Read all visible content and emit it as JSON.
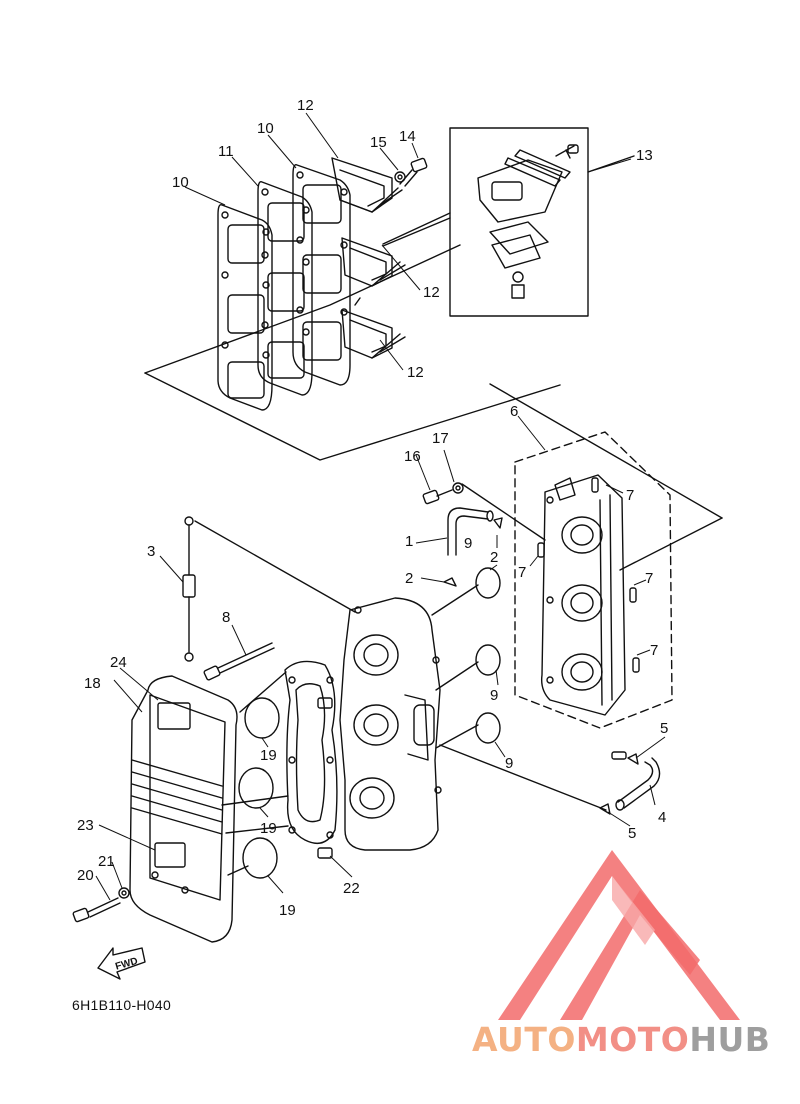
{
  "diagram": {
    "code": "6H1B110-H040",
    "fwd_label": "FWD",
    "part_numbers": [
      "1",
      "2",
      "3",
      "4",
      "5",
      "6",
      "7",
      "8",
      "9",
      "10",
      "11",
      "12",
      "13",
      "14",
      "15",
      "16",
      "17",
      "18",
      "19",
      "20",
      "21",
      "22",
      "23",
      "24"
    ]
  },
  "watermark": {
    "word1": "AUTO",
    "word2": "MOTO",
    "word3": "HUB",
    "colors": {
      "auto": "#f4b183",
      "moto": "#f28f86",
      "hub": "#9e9e9e",
      "logo": "#f26b6b"
    }
  }
}
